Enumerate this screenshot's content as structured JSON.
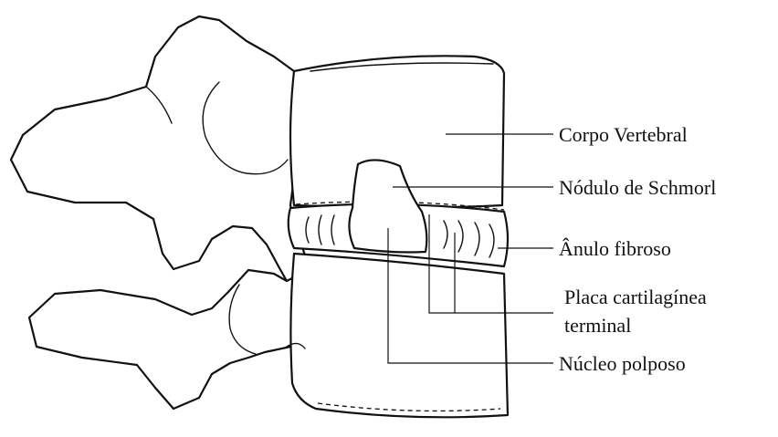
{
  "diagram": {
    "labels": {
      "corpo_vertebral": "Corpo Vertebral",
      "nodulo_schmorl": "Nódulo de Schmorl",
      "anulo_fibroso": "Ânulo fibroso",
      "placa_line1": "Placa cartilagínea",
      "placa_line2": "terminal",
      "nucleo_polposo": "Núcleo polposo"
    },
    "colors": {
      "ink": "#111111",
      "paper": "#ffffff"
    }
  }
}
